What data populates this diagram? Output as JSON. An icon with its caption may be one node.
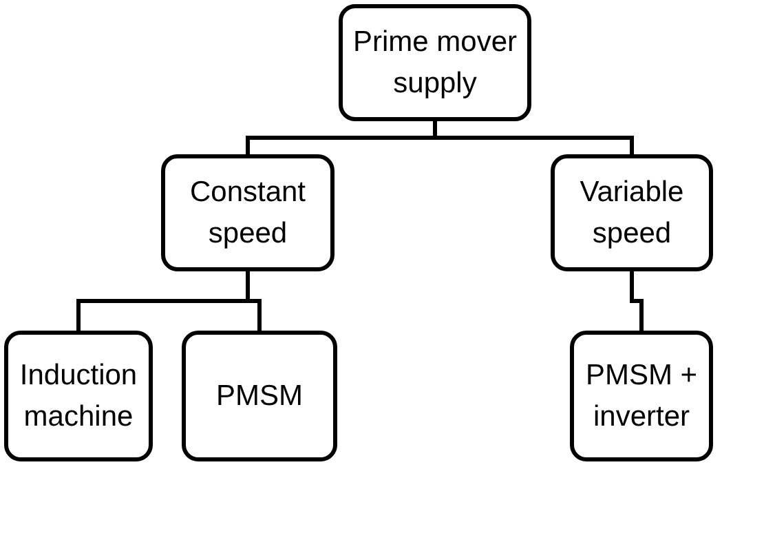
{
  "diagram": {
    "nodes": [
      {
        "text": [
          "Prime mover supply"
        ]
      },
      {
        "text": [
          "Constant speed"
        ]
      },
      {
        "text": [
          "Variable speed"
        ]
      },
      {
        "text": [
          "Induction machine"
        ]
      },
      {
        "text": [
          "PMSM"
        ]
      },
      {
        "text": [
          "PMSM + inverter"
        ]
      }
    ],
    "edges": [
      {
        "from": 0,
        "to": 1,
        "arrow": "none"
      },
      {
        "from": 0,
        "to": 2,
        "arrow": "none"
      },
      {
        "from": 1,
        "to": 3,
        "arrow": "none"
      },
      {
        "from": 1,
        "to": 4,
        "arrow": "none"
      },
      {
        "from": 2,
        "to": 5,
        "arrow": "none"
      }
    ]
  }
}
